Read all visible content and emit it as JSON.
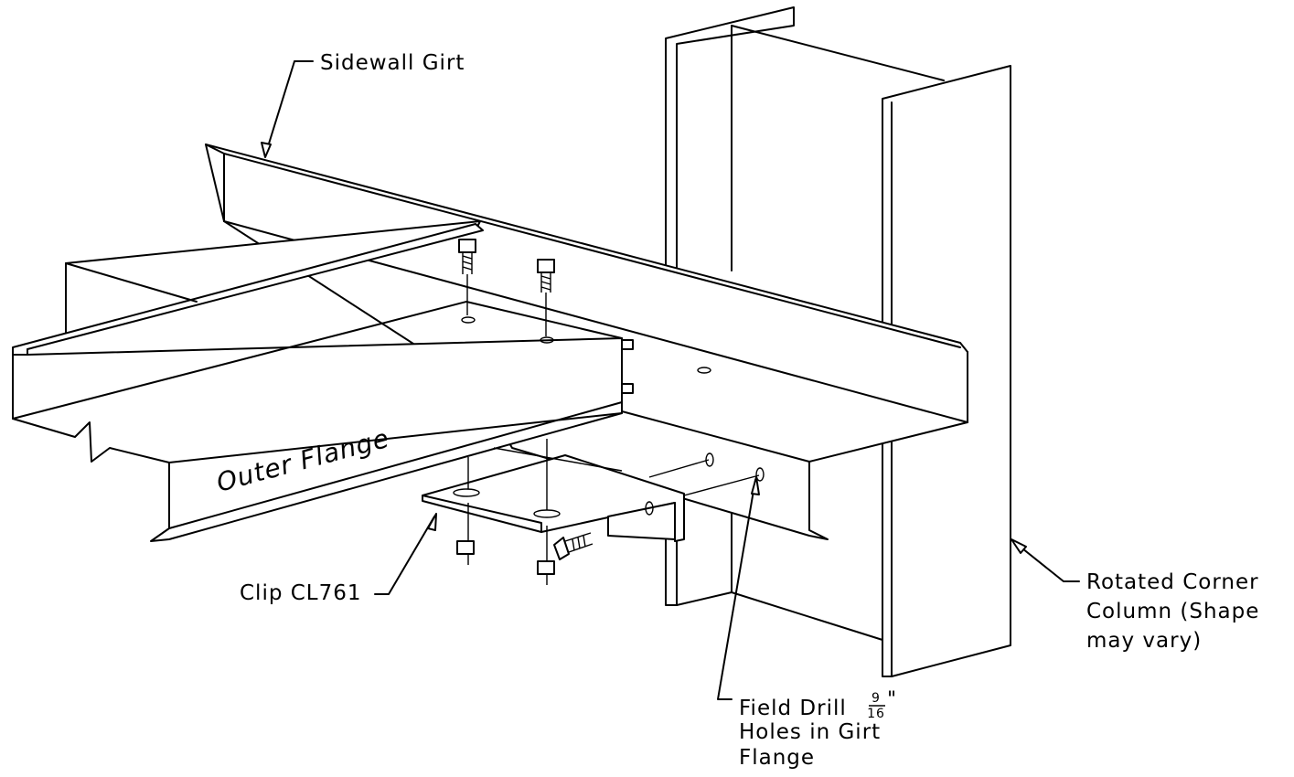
{
  "diagram": {
    "labels": {
      "sidewall_girt": "Sidewall Girt",
      "outer_flange": "Outer Flange",
      "clip": "Clip CL761",
      "column_line1": "Rotated Corner",
      "column_line2": "Column (Shape",
      "column_line3": "may vary)",
      "drill_line1_prefix": "Field Drill",
      "drill_fraction_num": "9",
      "drill_fraction_den": "16",
      "drill_inch_mark": "\"",
      "drill_line2": "Holes in Girt",
      "drill_line3": "Flange"
    }
  }
}
